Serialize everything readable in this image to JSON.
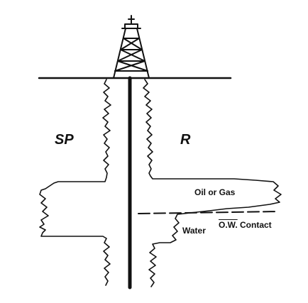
{
  "labels": {
    "sp": "SP",
    "r": "R",
    "oil_or_gas": "Oil or Gas",
    "water": "Water",
    "ow": "O.W.",
    "contact": "Contact"
  },
  "colors": {
    "ink": "#111111",
    "background": "#ffffff"
  }
}
